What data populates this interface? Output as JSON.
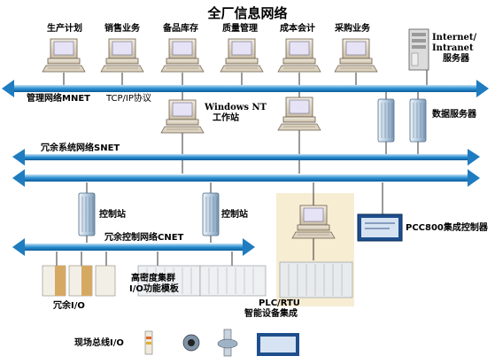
{
  "title": "全厂信息网络",
  "workstations": [
    "生产计划",
    "销售业务",
    "备品库存",
    "质量管理",
    "成本会计",
    "采购业务"
  ],
  "internet_server": {
    "line1": "Internet/",
    "line2": "Intranet",
    "line3": "服务器"
  },
  "mnet": {
    "name": "管理网络MNET",
    "protocol": "TCP/IP协议"
  },
  "nt_workstation": {
    "line1": "Windows NT",
    "line2": "工作站"
  },
  "data_server": "数据服务器",
  "snet": "冗余系统网络SNET",
  "control_station_1": "控制站",
  "control_station_2": "控制站",
  "pcc": "PCC800集成控制器",
  "cnet": "冗余控制网络CNET",
  "redundant_io": "冗余I/O",
  "hd_io": {
    "line1": "高密度集群",
    "line2": "I/O功能模板"
  },
  "plc": {
    "line1": "PLC/RTU",
    "line2": "智能设备集成"
  },
  "fieldbus": "现场总线I/O"
}
